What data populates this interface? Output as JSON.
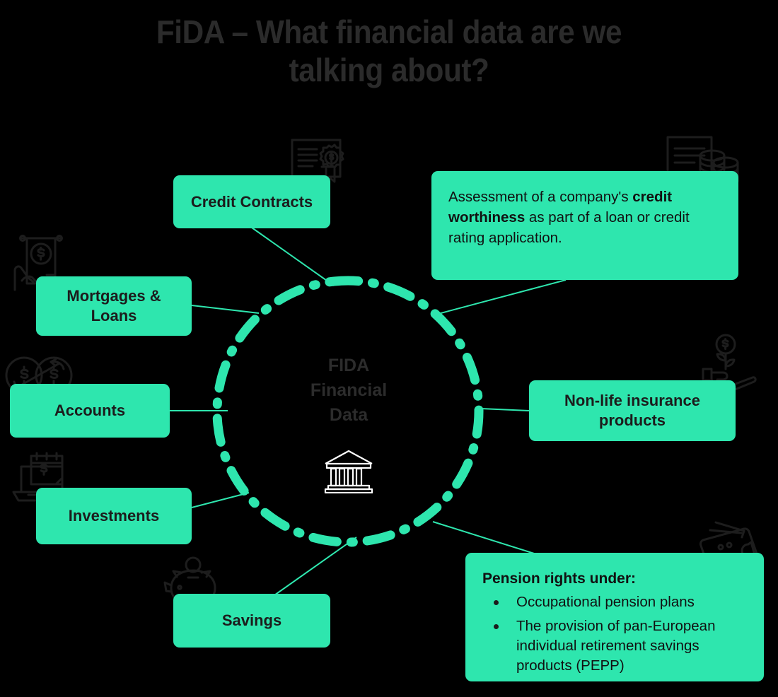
{
  "page": {
    "title": "FiDA – What financial data are we\ntalking about?",
    "background_color": "#000000",
    "accent_color": "#2EE6AE",
    "title_color": "#2b2b2b",
    "text_color": "#1c1c1c"
  },
  "center": {
    "label": "FIDA\nFinancial\nData",
    "icon": "bank-building-icon"
  },
  "cards": [
    {
      "id": "credit-contracts",
      "label": "Credit Contracts",
      "icon": "contract-seal-icon"
    },
    {
      "id": "mortgages-loans",
      "label": "Mortgages &\nLoans",
      "icon": "hand-holding-document-icon"
    },
    {
      "id": "accounts",
      "label": "Accounts",
      "icon": "currency-exchange-icon"
    },
    {
      "id": "investments",
      "label": "Investments",
      "icon": "laptop-money-icon"
    },
    {
      "id": "savings",
      "label": "Savings",
      "icon": "piggy-bank-icon"
    },
    {
      "id": "non-life-insurance",
      "label": "Non-life insurance\nproducts",
      "icon": "hand-plant-coin-icon"
    }
  ],
  "callouts": {
    "creditworthiness": {
      "text_before": "Assessment of a company's ",
      "text_bold": "credit worthiness",
      "text_after": " as part of a loan or credit rating application.",
      "icon": "invoice-coins-icon"
    },
    "pension": {
      "heading": "Pension rights under:",
      "bullets": [
        "Occupational pension plans",
        "The provision of pan-European individual retirement savings products (PEPP)"
      ],
      "icon": "wallet-cards-icon"
    }
  }
}
